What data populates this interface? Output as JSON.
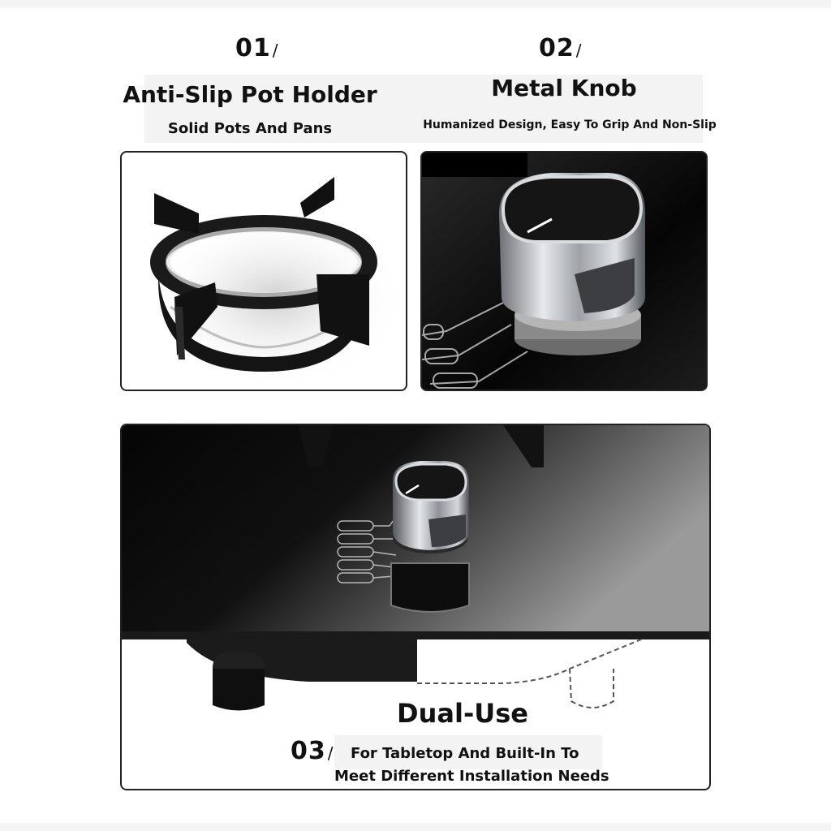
{
  "feature1": {
    "number": "01",
    "slash": "/",
    "title": "Anti-Slip Pot Holder",
    "subtitle": "Solid Pots And Pans"
  },
  "feature2": {
    "number": "02",
    "slash": "/",
    "title": "Metal Knob",
    "subtitle": "Humanized Design, Easy To Grip And Non-Slip"
  },
  "feature3": {
    "number": "03",
    "slash": "/",
    "title": "Dual-Use",
    "subtitle_line1": "For Tabletop And Built-In To",
    "subtitle_line2": "Meet Different Installation Needs"
  },
  "colors": {
    "background": "#ffffff",
    "panel_border": "#222222",
    "glass_dark": "#0c0c0c",
    "steel": "#b9bcc0"
  },
  "icons": [
    "pot-holder-image",
    "metal-knob-image",
    "stove-glass-image",
    "knob-dial-icon"
  ]
}
